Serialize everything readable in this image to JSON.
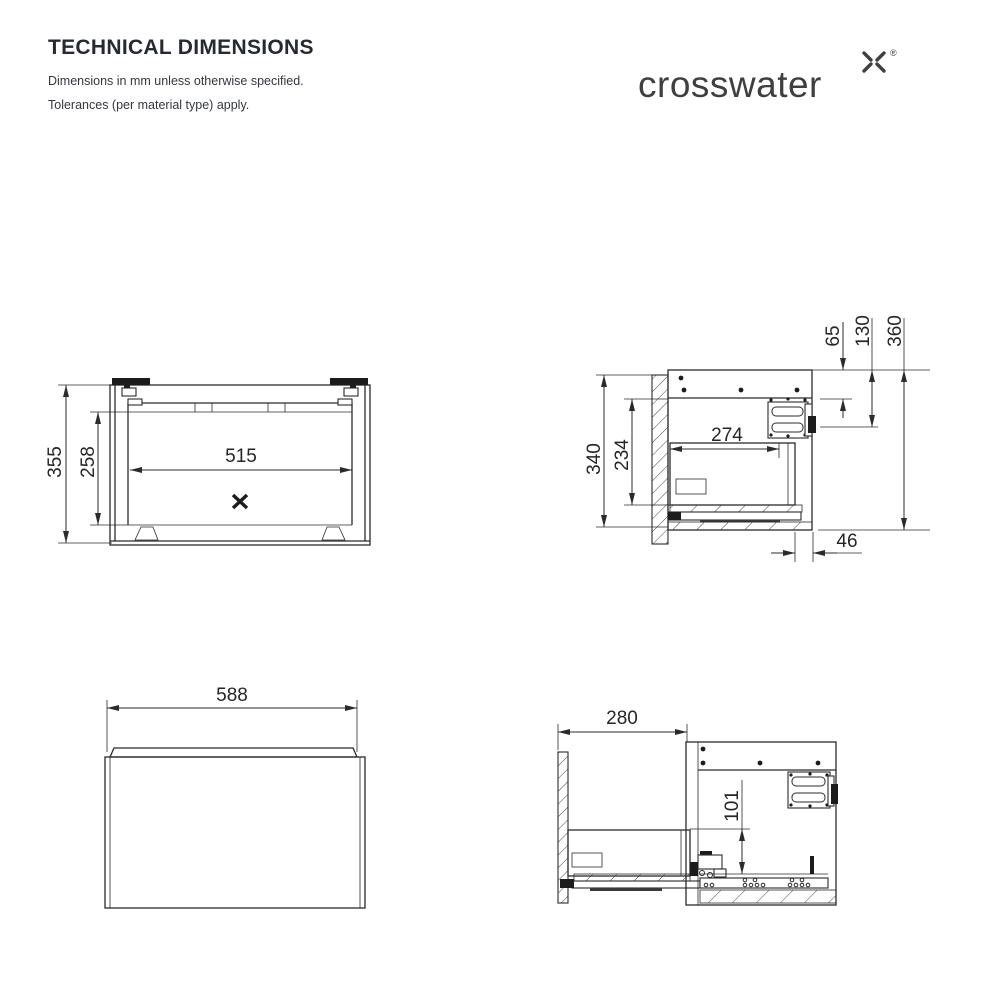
{
  "header": {
    "title": "TECHNICAL DIMENSIONS",
    "notes": [
      "Dimensions in mm unless otherwise specified.",
      "Tolerances (per material type) apply."
    ],
    "brand": {
      "name": "crosswater",
      "registered": "®"
    }
  },
  "units": "mm",
  "colors": {
    "line": "#2b2b2b",
    "text": "#262626",
    "heading": "#262a31",
    "logo": "#3f3f3f",
    "background": "#ffffff"
  },
  "drawings": {
    "front_open": {
      "height": "355",
      "inner_height": "258",
      "inner_width": "515"
    },
    "side_section": {
      "height": "340",
      "inner_height": "234",
      "inner_depth": "274",
      "top_to_slot1": "65",
      "top_to_slot2": "130",
      "overall_height": "360",
      "bottom_gap": "46"
    },
    "front_closed": {
      "width": "588"
    },
    "side_extended": {
      "extension": "280",
      "runner_height": "101"
    }
  }
}
